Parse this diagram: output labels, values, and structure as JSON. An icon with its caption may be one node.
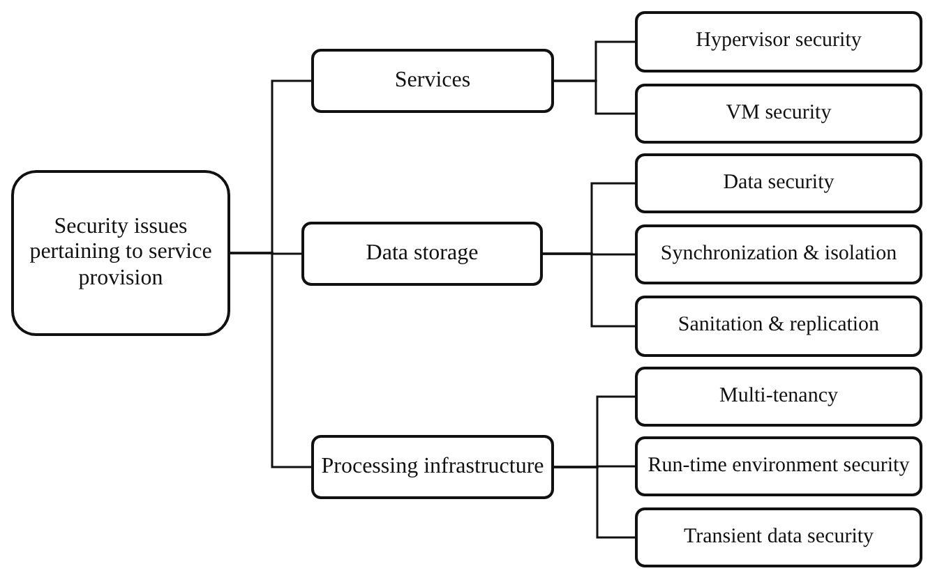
{
  "diagram": {
    "nodes": [
      {
        "text": [
          "Security issues pertaining to service provision"
        ]
      },
      {
        "text": [
          "Services"
        ]
      },
      {
        "text": [
          "Data storage"
        ]
      },
      {
        "text": [
          "Processing infrastructure"
        ]
      },
      {
        "text": [
          "Hypervisor security"
        ]
      },
      {
        "text": [
          "VM security"
        ]
      },
      {
        "text": [
          "Data security"
        ]
      },
      {
        "text": [
          "Synchronization & isolation"
        ]
      },
      {
        "text": [
          "Sanitation & replication"
        ]
      },
      {
        "text": [
          "Multi-tenancy"
        ]
      },
      {
        "text": [
          "Run-time environment security"
        ]
      },
      {
        "text": [
          "Transient data security"
        ]
      }
    ],
    "edges": [
      {
        "from": 0,
        "to": 1,
        "arrow": "none"
      },
      {
        "from": 0,
        "to": 2,
        "arrow": "none"
      },
      {
        "from": 0,
        "to": 3,
        "arrow": "none"
      },
      {
        "from": 1,
        "to": 4,
        "arrow": "none"
      },
      {
        "from": 1,
        "to": 5,
        "arrow": "none"
      },
      {
        "from": 2,
        "to": 6,
        "arrow": "none"
      },
      {
        "from": 2,
        "to": 7,
        "arrow": "none"
      },
      {
        "from": 2,
        "to": 8,
        "arrow": "none"
      },
      {
        "from": 3,
        "to": 9,
        "arrow": "none"
      },
      {
        "from": 3,
        "to": 10,
        "arrow": "none"
      },
      {
        "from": 3,
        "to": 11,
        "arrow": "none"
      }
    ]
  }
}
